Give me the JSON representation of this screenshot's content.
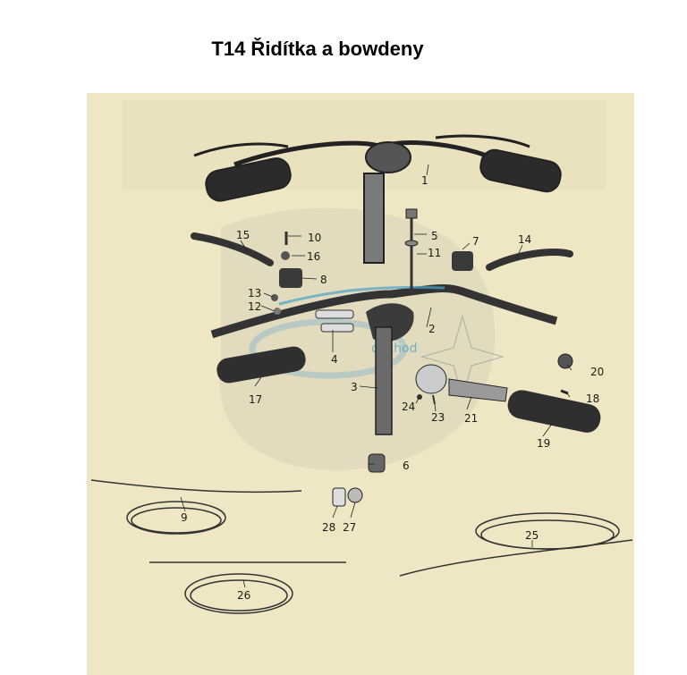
{
  "title": "T14 Řidítka a bowdeny",
  "watermark": {
    "text": "obchod",
    "colors": [
      "#4aa3c9",
      "#8fb7c9"
    ]
  },
  "sheet_color": "#efe6c4",
  "parts": [
    {
      "id": "p1",
      "label": "1",
      "name": "handlebar-assembly"
    },
    {
      "id": "p2",
      "label": "2",
      "name": "handlebar-tube"
    },
    {
      "id": "p3",
      "label": "3",
      "name": "stem"
    },
    {
      "id": "p4",
      "label": "4",
      "name": "clamp-insert"
    },
    {
      "id": "p5",
      "label": "5",
      "name": "stem-bolt"
    },
    {
      "id": "p6",
      "label": "6",
      "name": "stem-wedge-nut"
    },
    {
      "id": "p7",
      "label": "7",
      "name": "right-lever-bracket"
    },
    {
      "id": "p8",
      "label": "8",
      "name": "left-lever-bracket"
    },
    {
      "id": "p9",
      "label": "9",
      "name": "clutch-cable"
    },
    {
      "id": "p10",
      "label": "10",
      "name": "pivot-screw"
    },
    {
      "id": "p11",
      "label": "11",
      "name": "washer"
    },
    {
      "id": "p12",
      "label": "12",
      "name": "small-screw"
    },
    {
      "id": "p13",
      "label": "13",
      "name": "nut"
    },
    {
      "id": "p14",
      "label": "14",
      "name": "right-lever"
    },
    {
      "id": "p15",
      "label": "15",
      "name": "left-lever"
    },
    {
      "id": "p16",
      "label": "16",
      "name": "spacer"
    },
    {
      "id": "p17",
      "label": "17",
      "name": "left-grip"
    },
    {
      "id": "p18",
      "label": "18",
      "name": "throttle-screw"
    },
    {
      "id": "p19",
      "label": "19",
      "name": "right-grip"
    },
    {
      "id": "p20",
      "label": "20",
      "name": "end-cap"
    },
    {
      "id": "p21",
      "label": "21",
      "name": "throttle-sleeve"
    },
    {
      "id": "p22",
      "label": "23",
      "name": "pin"
    },
    {
      "id": "p23",
      "label": "24",
      "name": "ball"
    },
    {
      "id": "p24",
      "label": "25",
      "name": "brake-cable"
    },
    {
      "id": "p25",
      "label": "26",
      "name": "speedometer-cable"
    },
    {
      "id": "p26",
      "label": "27",
      "name": "cable-adjuster-nut"
    },
    {
      "id": "p27",
      "label": "28",
      "name": "cable-adjuster"
    }
  ]
}
